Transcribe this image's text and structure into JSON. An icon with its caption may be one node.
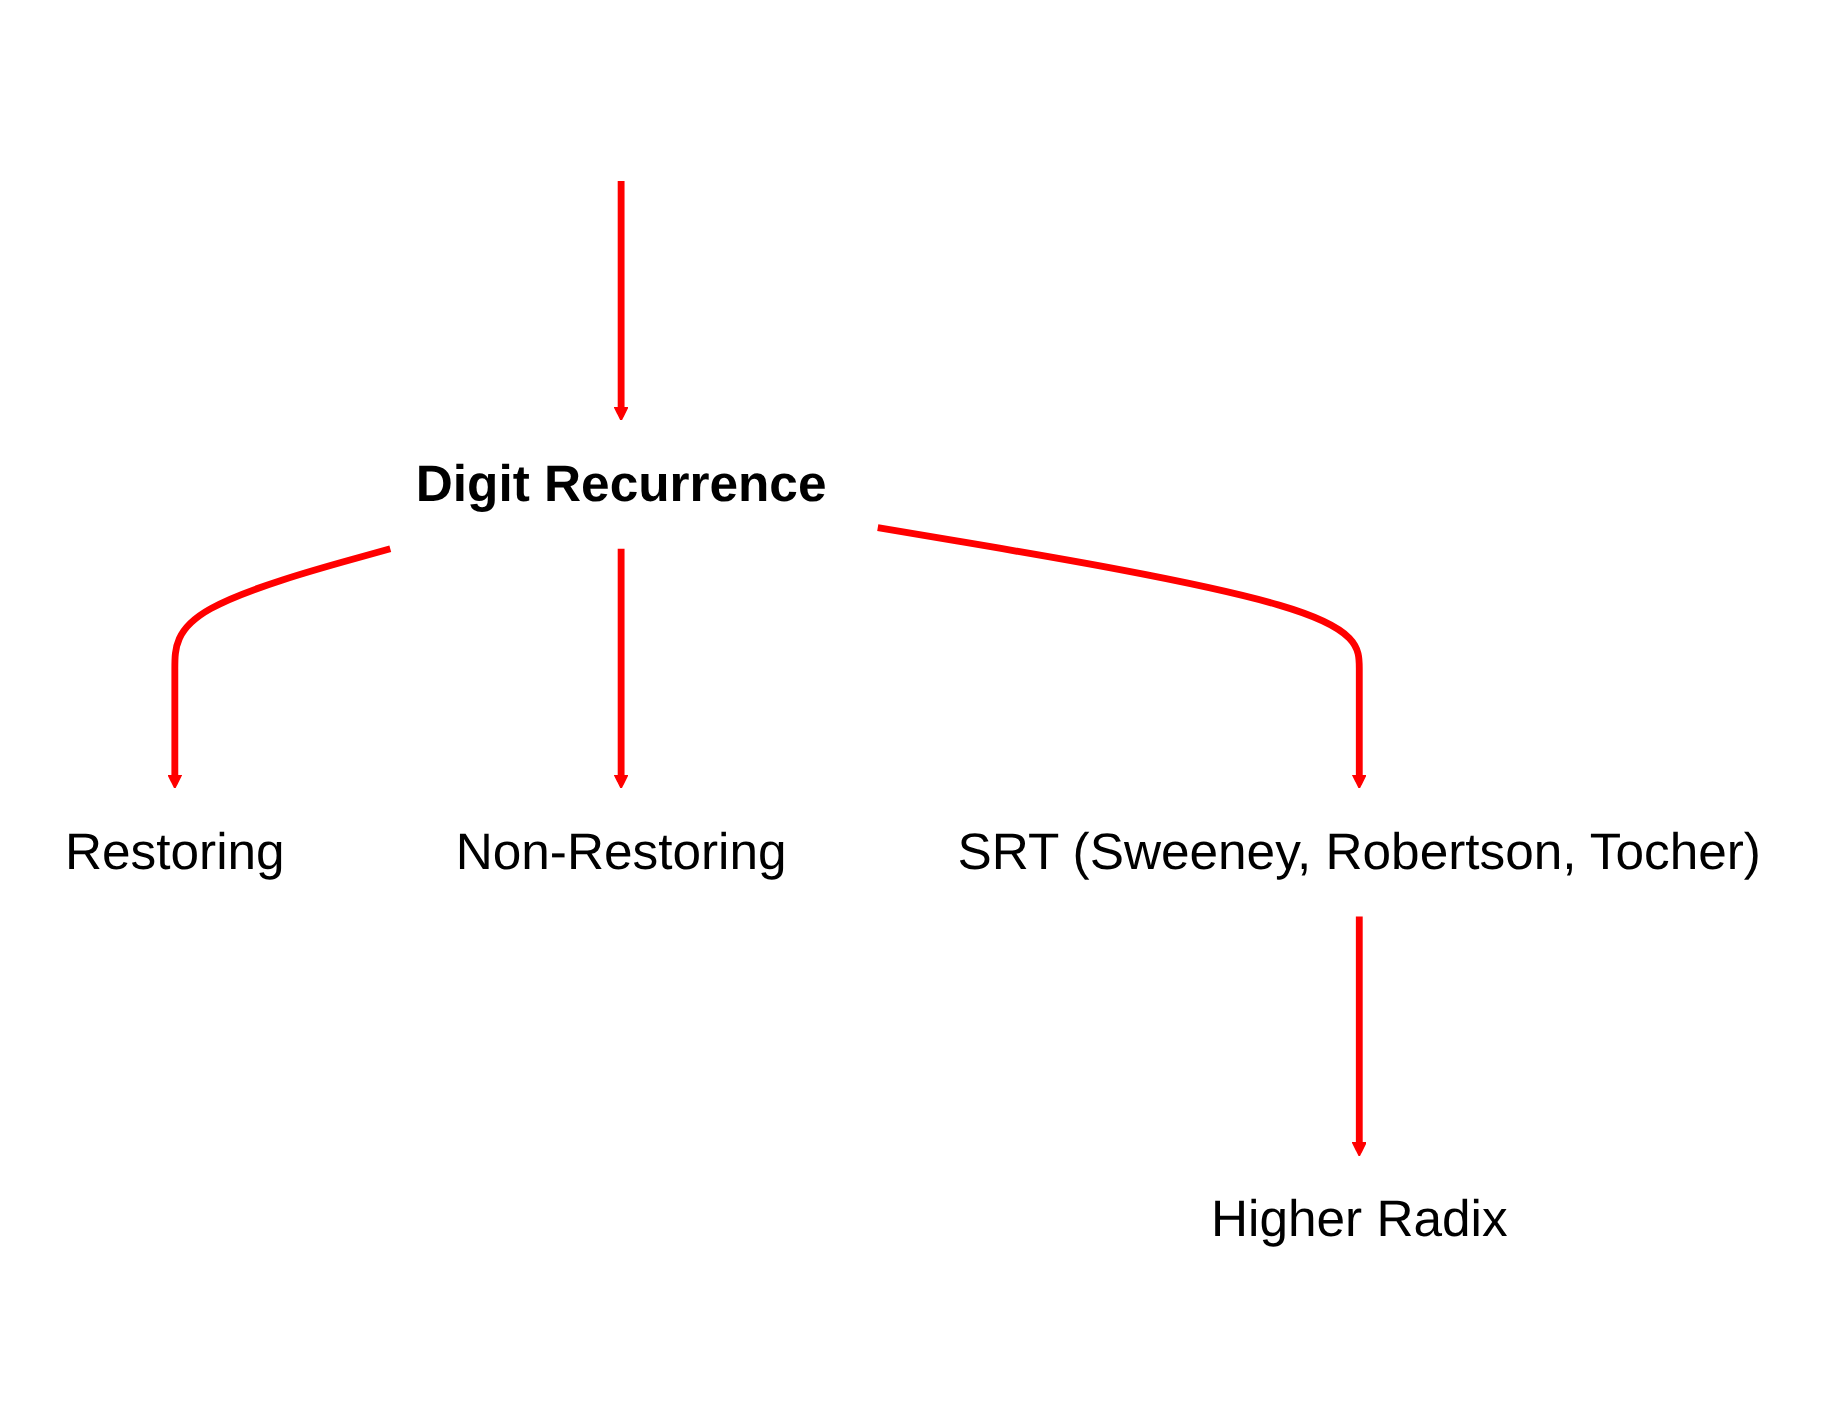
{
  "diagram": {
    "nodes": [
      {
        "text": [
          "Digit Recurrence"
        ]
      },
      {
        "text": [
          "Restoring"
        ]
      },
      {
        "text": [
          "Non-Restoring"
        ]
      },
      {
        "text": [
          "SRT (Sweeney, Robertson, Tocher)"
        ]
      },
      {
        "text": [
          "Higher Radix"
        ]
      }
    ],
    "edges": [
      {
        "from": null,
        "to": 0,
        "arrow": "to",
        "color": "#ff0000"
      },
      {
        "from": 0,
        "to": 1,
        "arrow": "to",
        "color": "#ff0000"
      },
      {
        "from": 0,
        "to": 2,
        "arrow": "to",
        "color": "#ff0000"
      },
      {
        "from": 0,
        "to": 3,
        "arrow": "to",
        "color": "#ff0000"
      },
      {
        "from": 3,
        "to": 4,
        "arrow": "to",
        "color": "#ff0000"
      }
    ]
  }
}
